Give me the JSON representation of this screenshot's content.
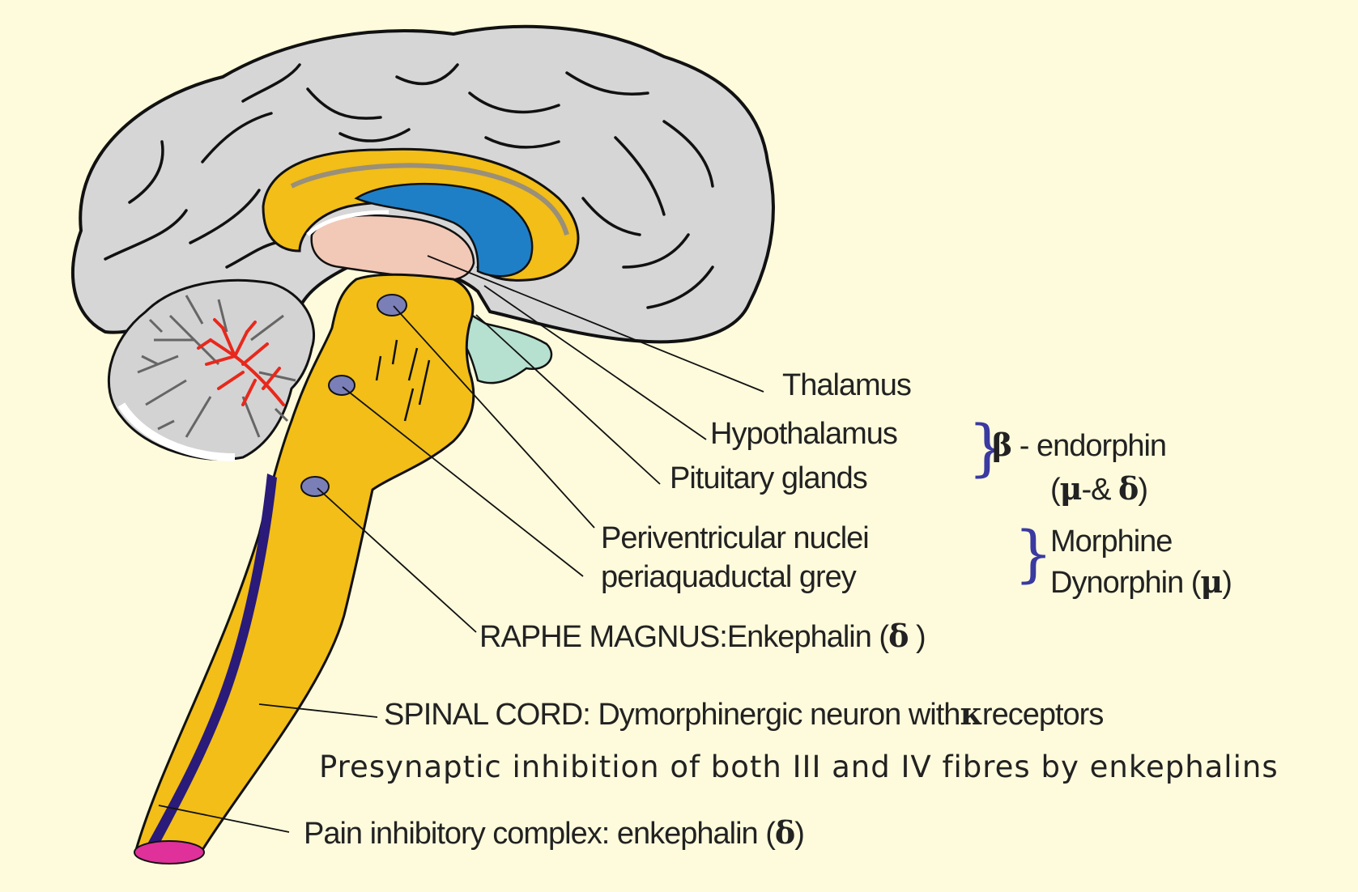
{
  "labels": {
    "thalamus": "Thalamus",
    "hypothalamus": "Hypothalamus",
    "pituitary": "Pituitary glands",
    "periventricular": "Periventricular nuclei",
    "periaqueductal": "periaquaductal grey",
    "raphe": "RAPHE MAGNUS:Enkephalin (",
    "raphe_sym": "δ",
    "raphe_close": " )",
    "spinal_cord": "SPINAL CORD: Dymorphinergic neuron with",
    "spinal_sym": "κ",
    "spinal_tail": "receptors",
    "presynaptic": "Presynaptic inhibition of both III and IV  fibres by enkephalins",
    "pain": "Pain inhibitory complex: enkephalin (",
    "pain_sym": "δ",
    "pain_close": ")"
  },
  "peptides": {
    "beta_sym": "β",
    "beta_label": " - endorphin",
    "beta_open": "(",
    "beta_mu": "μ",
    "beta_mid": "-& ",
    "beta_delta": "δ",
    "beta_close": ")",
    "morphine": "Morphine",
    "dynorphin": "Dynorphin (",
    "dyn_mu": "μ",
    "dyn_close": ")"
  },
  "colors": {
    "background": "#fefbdc",
    "cortex": "#d6d6d6",
    "brainstem": "#f2be17",
    "lateral_ventricle": "#1f7fc6",
    "thalamus": "#f2c8b6",
    "pituitary": "#b6e0cf",
    "arbor_vitae": "#e8281c",
    "nuclei": "#7b7fb8",
    "pathway": "#2a1a7a",
    "spinal_tip": "#e0309a"
  }
}
